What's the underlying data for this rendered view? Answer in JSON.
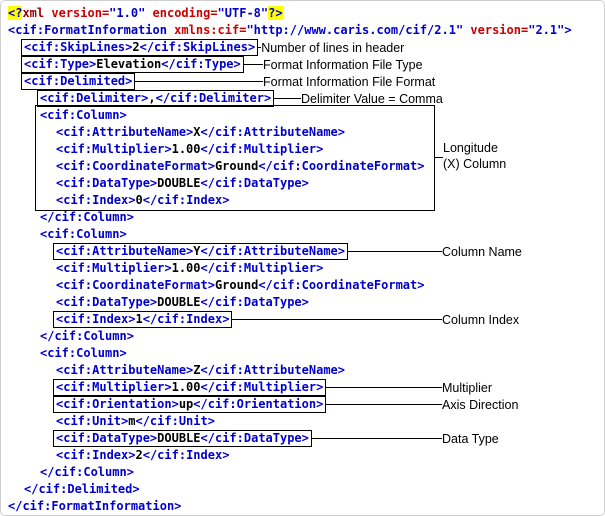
{
  "page": {
    "background": "#ffffff",
    "frame_border": "#cfcfcf"
  },
  "colors": {
    "tag": "#0000cc",
    "attr": "#cc0000",
    "val": "#0000cc",
    "content": "#000000",
    "pi_bg": "#ffff00",
    "pi_name": "#990000",
    "box": "#000000",
    "annotation": "#000000"
  },
  "code": {
    "language": "xml",
    "lines": [
      {
        "indent": 0,
        "box": false,
        "tokens": [
          [
            "pi",
            "<?"
          ],
          [
            "piname",
            "xml"
          ],
          [
            "attr",
            " version="
          ],
          [
            "val",
            "\"1.0\""
          ],
          [
            "attr",
            " encoding="
          ],
          [
            "val",
            "\"UTF-8\""
          ],
          [
            "pi",
            "?>"
          ]
        ]
      },
      {
        "indent": 0,
        "box": false,
        "tokens": [
          [
            "tag",
            "<cif:FormatInformation"
          ],
          [
            "attr",
            " xmlns:cif="
          ],
          [
            "val",
            "\"http://www.caris.com/cif/2.1\""
          ],
          [
            "attr",
            " version="
          ],
          [
            "val",
            "\"2.1\""
          ],
          [
            "tag",
            ">"
          ]
        ]
      },
      {
        "indent": 1,
        "box": true,
        "tokens": [
          [
            "tag",
            "<cif:SkipLines>"
          ],
          [
            "text",
            "2"
          ],
          [
            "tag",
            "</cif:SkipLines>"
          ]
        ],
        "ann": {
          "label": "Number of lines in header",
          "col": 254
        }
      },
      {
        "indent": 1,
        "box": true,
        "tokens": [
          [
            "tag",
            "<cif:Type>"
          ],
          [
            "text",
            "Elevation"
          ],
          [
            "tag",
            "</cif:Type>"
          ]
        ],
        "ann": {
          "label": "Format Information File Type",
          "col": 262
        }
      },
      {
        "indent": 1,
        "box": true,
        "tokens": [
          [
            "tag",
            "<cif:Delimited>"
          ]
        ],
        "ann": {
          "label": "Format Information File Format",
          "col": 262
        }
      },
      {
        "indent": 2,
        "box": true,
        "tokens": [
          [
            "tag",
            "<cif:Delimiter>"
          ],
          [
            "text",
            ","
          ],
          [
            "tag",
            "</cif:Delimiter>"
          ]
        ],
        "ann": {
          "label": "Delimiter Value = Comma",
          "col": 300
        }
      },
      {
        "indent": 2,
        "box": false,
        "tokens": [
          [
            "tag",
            "<cif:Column>"
          ]
        ]
      },
      {
        "indent": 3,
        "box": false,
        "tokens": [
          [
            "tag",
            "<cif:AttributeName>"
          ],
          [
            "text",
            "X"
          ],
          [
            "tag",
            "</cif:AttributeName>"
          ]
        ]
      },
      {
        "indent": 3,
        "box": false,
        "tokens": [
          [
            "tag",
            "<cif:Multiplier>"
          ],
          [
            "text",
            "1.00"
          ],
          [
            "tag",
            "</cif:Multiplier>"
          ]
        ]
      },
      {
        "indent": 3,
        "box": false,
        "tokens": [
          [
            "tag",
            "<cif:CoordinateFormat>"
          ],
          [
            "text",
            "Ground"
          ],
          [
            "tag",
            "</cif:CoordinateFormat>"
          ]
        ]
      },
      {
        "indent": 3,
        "box": false,
        "tokens": [
          [
            "tag",
            "<cif:DataType>"
          ],
          [
            "text",
            "DOUBLE"
          ],
          [
            "tag",
            "</cif:DataType>"
          ]
        ]
      },
      {
        "indent": 3,
        "box": false,
        "tokens": [
          [
            "tag",
            "<cif:Index>"
          ],
          [
            "text",
            "0"
          ],
          [
            "tag",
            "</cif:Index>"
          ]
        ]
      },
      {
        "indent": 2,
        "box": false,
        "tokens": [
          [
            "tag",
            "</cif:Column>"
          ]
        ]
      },
      {
        "indent": 2,
        "box": false,
        "tokens": [
          [
            "tag",
            "<cif:Column>"
          ]
        ]
      },
      {
        "indent": 3,
        "box": true,
        "tokens": [
          [
            "tag",
            "<cif:AttributeName>"
          ],
          [
            "text",
            "Y"
          ],
          [
            "tag",
            "</cif:AttributeName>"
          ]
        ],
        "ann": {
          "label": "Column Name",
          "col": 441
        }
      },
      {
        "indent": 3,
        "box": false,
        "tokens": [
          [
            "tag",
            "<cif:Multiplier>"
          ],
          [
            "text",
            "1.00"
          ],
          [
            "tag",
            "</cif:Multiplier>"
          ]
        ]
      },
      {
        "indent": 3,
        "box": false,
        "tokens": [
          [
            "tag",
            "<cif:CoordinateFormat>"
          ],
          [
            "text",
            "Ground"
          ],
          [
            "tag",
            "</cif:CoordinateFormat>"
          ]
        ]
      },
      {
        "indent": 3,
        "box": false,
        "tokens": [
          [
            "tag",
            "<cif:DataType>"
          ],
          [
            "text",
            "DOUBLE"
          ],
          [
            "tag",
            "</cif:DataType>"
          ]
        ]
      },
      {
        "indent": 3,
        "box": true,
        "tokens": [
          [
            "tag",
            "<cif:Index>"
          ],
          [
            "text",
            "1"
          ],
          [
            "tag",
            "</cif:Index>"
          ]
        ],
        "ann": {
          "label": "Column Index",
          "col": 441
        }
      },
      {
        "indent": 2,
        "box": false,
        "tokens": [
          [
            "tag",
            "</cif:Column>"
          ]
        ]
      },
      {
        "indent": 2,
        "box": false,
        "tokens": [
          [
            "tag",
            "<cif:Column>"
          ]
        ]
      },
      {
        "indent": 3,
        "box": false,
        "tokens": [
          [
            "tag",
            "<cif:AttributeName>"
          ],
          [
            "text",
            "Z"
          ],
          [
            "tag",
            "</cif:AttributeName>"
          ]
        ]
      },
      {
        "indent": 3,
        "box": true,
        "tokens": [
          [
            "tag",
            "<cif:Multiplier>"
          ],
          [
            "text",
            "1.00"
          ],
          [
            "tag",
            "</cif:Multiplier>"
          ]
        ],
        "ann": {
          "label": "Multiplier",
          "col": 441
        }
      },
      {
        "indent": 3,
        "box": true,
        "tokens": [
          [
            "tag",
            "<cif:Orientation>"
          ],
          [
            "text",
            "up"
          ],
          [
            "tag",
            "</cif:Orientation>"
          ]
        ],
        "ann": {
          "label": "Axis Direction",
          "col": 441
        }
      },
      {
        "indent": 3,
        "box": false,
        "tokens": [
          [
            "tag",
            "<cif:Unit>"
          ],
          [
            "text",
            "m"
          ],
          [
            "tag",
            "</cif:Unit>"
          ]
        ]
      },
      {
        "indent": 3,
        "box": true,
        "tokens": [
          [
            "tag",
            "<cif:DataType>"
          ],
          [
            "text",
            "DOUBLE"
          ],
          [
            "tag",
            "</cif:DataType>"
          ]
        ],
        "ann": {
          "label": "Data Type",
          "col": 441
        }
      },
      {
        "indent": 3,
        "box": false,
        "tokens": [
          [
            "tag",
            "<cif:Index>"
          ],
          [
            "text",
            "2"
          ],
          [
            "tag",
            "</cif:Index>"
          ]
        ]
      },
      {
        "indent": 2,
        "box": false,
        "tokens": [
          [
            "tag",
            "</cif:Column>"
          ]
        ]
      },
      {
        "indent": 1,
        "box": false,
        "tokens": [
          [
            "tag",
            "</cif:Delimited>"
          ]
        ]
      },
      {
        "indent": 0,
        "box": false,
        "tokens": [
          [
            "tag",
            "</cif:FormatInformation>"
          ]
        ]
      }
    ]
  },
  "block_annotation": {
    "from_line": 7,
    "to_line": 12,
    "label_line1": "Longitude",
    "label_line2": "(X) Column"
  }
}
